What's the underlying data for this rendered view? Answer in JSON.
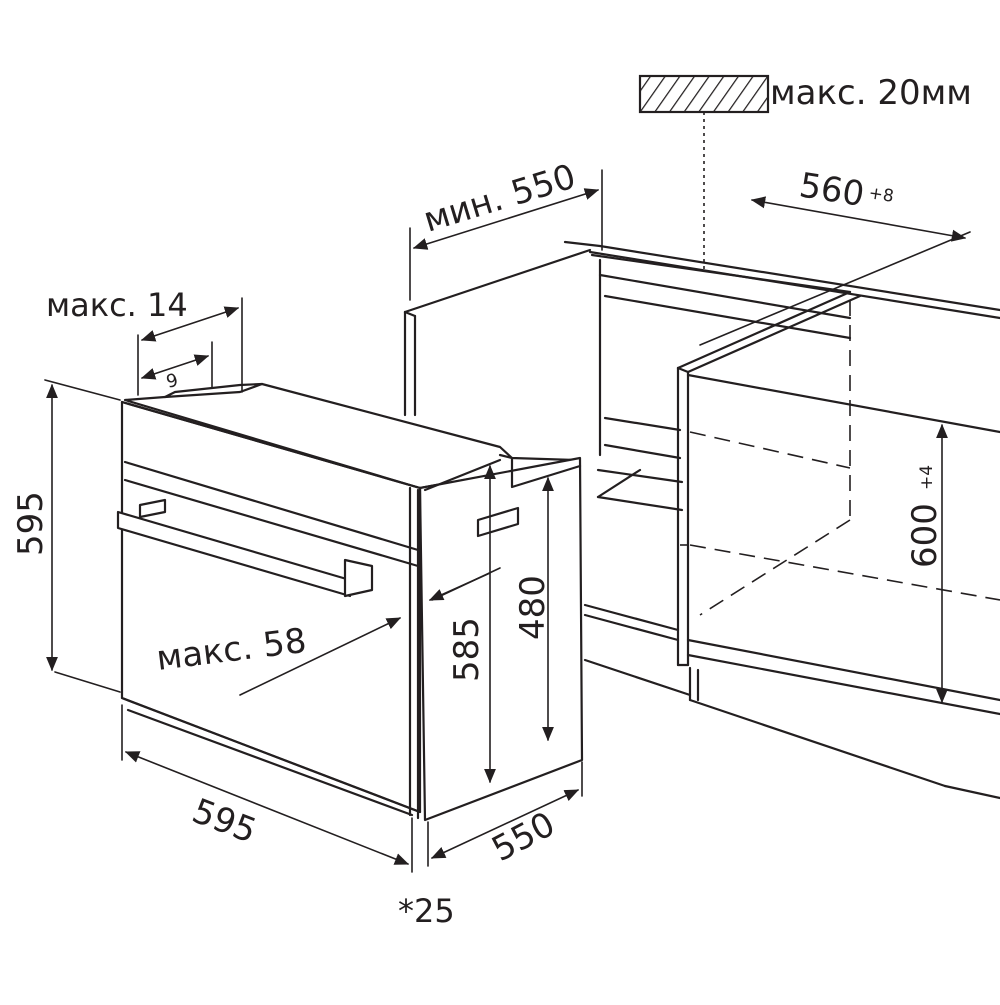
{
  "labels": {
    "top_thickness": "макс. 20мм",
    "niche_depth": "мин. 550",
    "niche_width": "560",
    "niche_width_tol": "+8",
    "flange": "макс. 14",
    "flange_inner": "9",
    "oven_height": "595",
    "handle_projection": "макс. 58",
    "body_height": "585",
    "inner_height": "480",
    "niche_height": "600",
    "niche_height_tol": "+4",
    "oven_width": "595",
    "oven_depth": "550",
    "footnote": "*25"
  },
  "colors": {
    "line": "#231f20",
    "background": "#ffffff"
  }
}
